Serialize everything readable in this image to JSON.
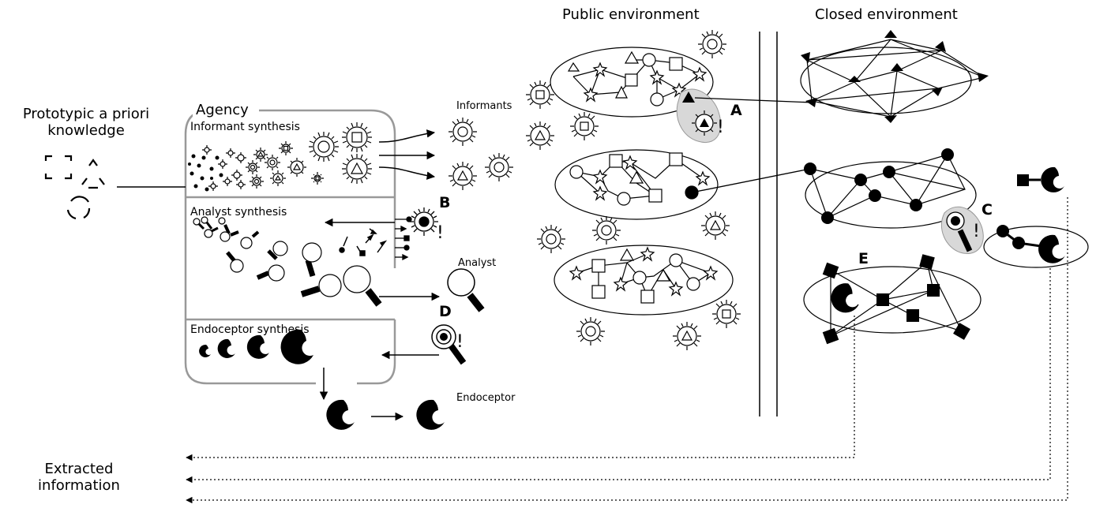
{
  "labels": {
    "prototypic": "Prototypic a priori knowledge",
    "prototypic_line1": "Prototypic a priori",
    "prototypic_line2": "knowledge",
    "agency": "Agency",
    "informant_synthesis": "Informant synthesis",
    "analyst_synthesis": "Analyst synthesis",
    "endoceptor_synthesis": "Endoceptor synthesis",
    "informants": "Informants",
    "analyst": "Analyst",
    "endoceptor": "Endoceptor",
    "public_environment": "Public environment",
    "closed_environment": "Closed environment",
    "extracted_line1": "Extracted",
    "extracted_line2": "information"
  },
  "markers": {
    "A": "A",
    "B": "B",
    "C": "C",
    "D": "D",
    "E": "E"
  },
  "colors": {
    "ink": "#000000",
    "agency_border": "#999999",
    "highlight_fill": "#d8d8d8",
    "background": "#ffffff"
  }
}
